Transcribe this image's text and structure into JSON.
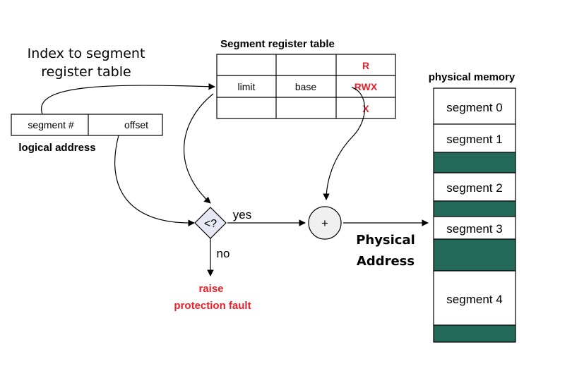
{
  "index_label": {
    "line1": "Index to segment",
    "line2": "register table"
  },
  "seg_table": {
    "title": "Segment register table",
    "rows": [
      {
        "c1": "",
        "c2": "",
        "c3": "R"
      },
      {
        "c1": "limit",
        "c2": "base",
        "c3": "RWX"
      },
      {
        "c1": "",
        "c2": "",
        "c3": "X"
      }
    ]
  },
  "logical_address": {
    "segment_cell": "segment #",
    "offset_cell": "offset",
    "caption": "logical address"
  },
  "compare": {
    "symbol": "<?",
    "yes": "yes",
    "no": "no"
  },
  "adder": {
    "symbol": "+"
  },
  "fault": {
    "line1": "raise",
    "line2": "protection fault"
  },
  "physical_address": {
    "line1": "Physical",
    "line2": "Address"
  },
  "memory": {
    "title": "physical memory",
    "blocks": [
      {
        "label": "segment 0"
      },
      {
        "label": "segment 1"
      },
      {
        "label": ""
      },
      {
        "label": "segment 2"
      },
      {
        "label": ""
      },
      {
        "label": "segment 3"
      },
      {
        "label": ""
      },
      {
        "label": "segment 4"
      },
      {
        "label": ""
      }
    ]
  },
  "colors": {
    "accent_red": "#e8202a",
    "memory_free": "#22695a",
    "compare_fill": "#e8e8f4"
  }
}
